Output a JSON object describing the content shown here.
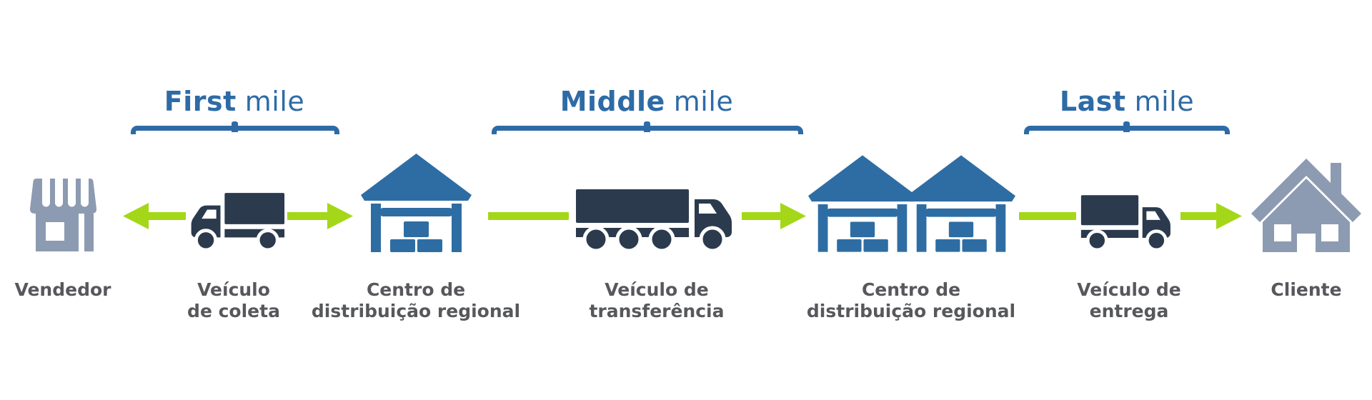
{
  "palette": {
    "stage_blue": "#2e6ba6",
    "warehouse_blue": "#2e6da4",
    "slate_gray_blue": "#8c9bb1",
    "truck_navy": "#2b3a4d",
    "arrow_green": "#a4d718",
    "label_gray": "#57585c",
    "background": "#ffffff"
  },
  "stages": [
    {
      "id": "first",
      "bold": "First",
      "rest": "mile"
    },
    {
      "id": "middle",
      "bold": "Middle",
      "rest": "mile"
    },
    {
      "id": "last",
      "bold": "Last",
      "rest": "mile"
    }
  ],
  "nodes": [
    {
      "icon": "store-icon",
      "label_lines": [
        "Vendedor",
        ""
      ]
    },
    {
      "icon": "pickup-truck-icon",
      "label_lines": [
        "Veículo",
        "de coleta"
      ]
    },
    {
      "icon": "warehouse-icon",
      "label_lines": [
        "Centro de",
        "distribuição regional"
      ]
    },
    {
      "icon": "semi-truck-icon",
      "label_lines": [
        "Veículo de",
        "transferência"
      ]
    },
    {
      "icon": "double-warehouse-icon",
      "label_lines": [
        "Centro de",
        "distribuição regional"
      ]
    },
    {
      "icon": "delivery-truck-icon",
      "label_lines": [
        "Veículo de",
        "entrega"
      ]
    },
    {
      "icon": "house-icon",
      "label_lines": [
        "Cliente",
        ""
      ]
    }
  ],
  "connectors": [
    {
      "type": "arrow-left",
      "between": [
        "store",
        "pickup-truck"
      ]
    },
    {
      "type": "arrow-right",
      "between": [
        "pickup-truck",
        "warehouse"
      ]
    },
    {
      "type": "line",
      "between": [
        "warehouse",
        "semi-truck"
      ]
    },
    {
      "type": "arrow-right",
      "between": [
        "semi-truck",
        "double-warehouse"
      ]
    },
    {
      "type": "line",
      "between": [
        "double-warehouse",
        "delivery-truck"
      ]
    },
    {
      "type": "arrow-right",
      "between": [
        "delivery-truck",
        "house"
      ]
    }
  ]
}
